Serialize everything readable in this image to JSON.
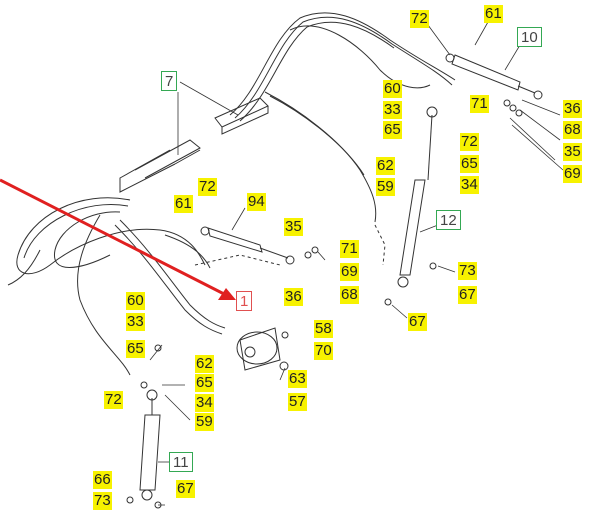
{
  "callouts": {
    "c72a": "72",
    "c61a": "61",
    "c10": "10",
    "c60a": "60",
    "c33a": "33",
    "c65a": "65",
    "c71a": "71",
    "c72b": "72",
    "c65b": "65",
    "c36a": "36",
    "c68a": "68",
    "c35a": "35",
    "c69a": "69",
    "c62a": "62",
    "c59a": "59",
    "c34a": "34",
    "c7": "7",
    "c12": "12",
    "c72c": "72",
    "c61b": "61",
    "c94": "94",
    "c35b": "35",
    "c71b": "71",
    "c69b": "69",
    "c68b": "68",
    "c36b": "36",
    "c73a": "73",
    "c67a": "67",
    "c1": "1",
    "c60b": "60",
    "c33b": "33",
    "c65c": "65",
    "c58": "58",
    "c70": "70",
    "c62b": "62",
    "c65d": "65",
    "c72d": "72",
    "c34b": "34",
    "c59b": "59",
    "c63": "63",
    "c57": "57",
    "c67b": "67",
    "c11": "11",
    "c66": "66",
    "c73b": "73",
    "c67c": "67"
  },
  "colors": {
    "highlight": "#f7f200",
    "frame_green": "#34a853",
    "frame_red": "#e05050",
    "arrow": "#e02020",
    "line": "#333333"
  }
}
